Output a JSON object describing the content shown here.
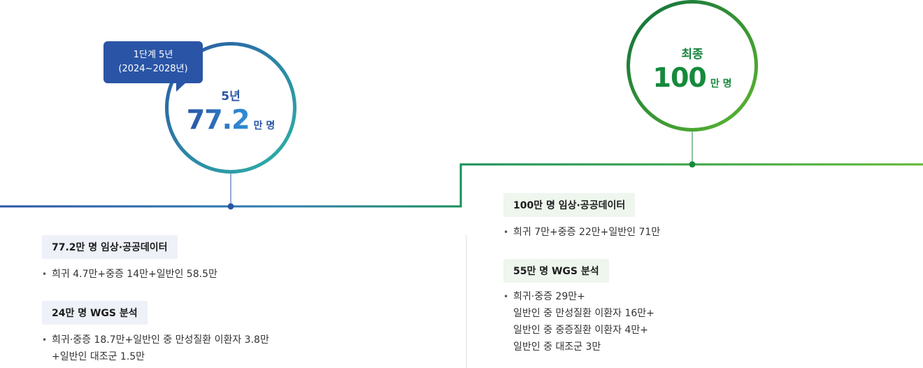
{
  "stage1": {
    "bubble": {
      "line1": "1단계 5년",
      "line2": "(2024~2028년)"
    },
    "circle": {
      "label": "5년",
      "number": "77.2",
      "unit": "만 명"
    },
    "items": [
      {
        "tag": "77.2만 명 임상·공공데이터",
        "lines": [
          "희귀 4.7만+중증 14만+일반인 58.5만"
        ]
      },
      {
        "tag": "24만 명 WGS 분석",
        "lines": [
          "희귀·중증 18.7만+일반인 중 만성질환 이환자 3.8만",
          "+일반인 대조군 1.5만"
        ]
      }
    ]
  },
  "final": {
    "circle": {
      "label": "최종",
      "number": "100",
      "unit": "만 명"
    },
    "items": [
      {
        "tag": "100만 명 임상·공공데이터",
        "lines": [
          "희귀 7만+중증 22만+일반인 71만"
        ]
      },
      {
        "tag": "55만 명 WGS 분석",
        "lines": [
          "희귀·중증 29만+",
          "일반인 중 만성질환 이환자 16만+",
          "일반인 중 중증질환 이환자 4만+",
          "일반인 중 대조군 3만"
        ]
      }
    ]
  },
  "colors": {
    "stage1_primary": "#2a55a6",
    "stage1_accent": "#2eb5a6",
    "final_primary": "#168a3c",
    "final_accent": "#5fb830"
  }
}
